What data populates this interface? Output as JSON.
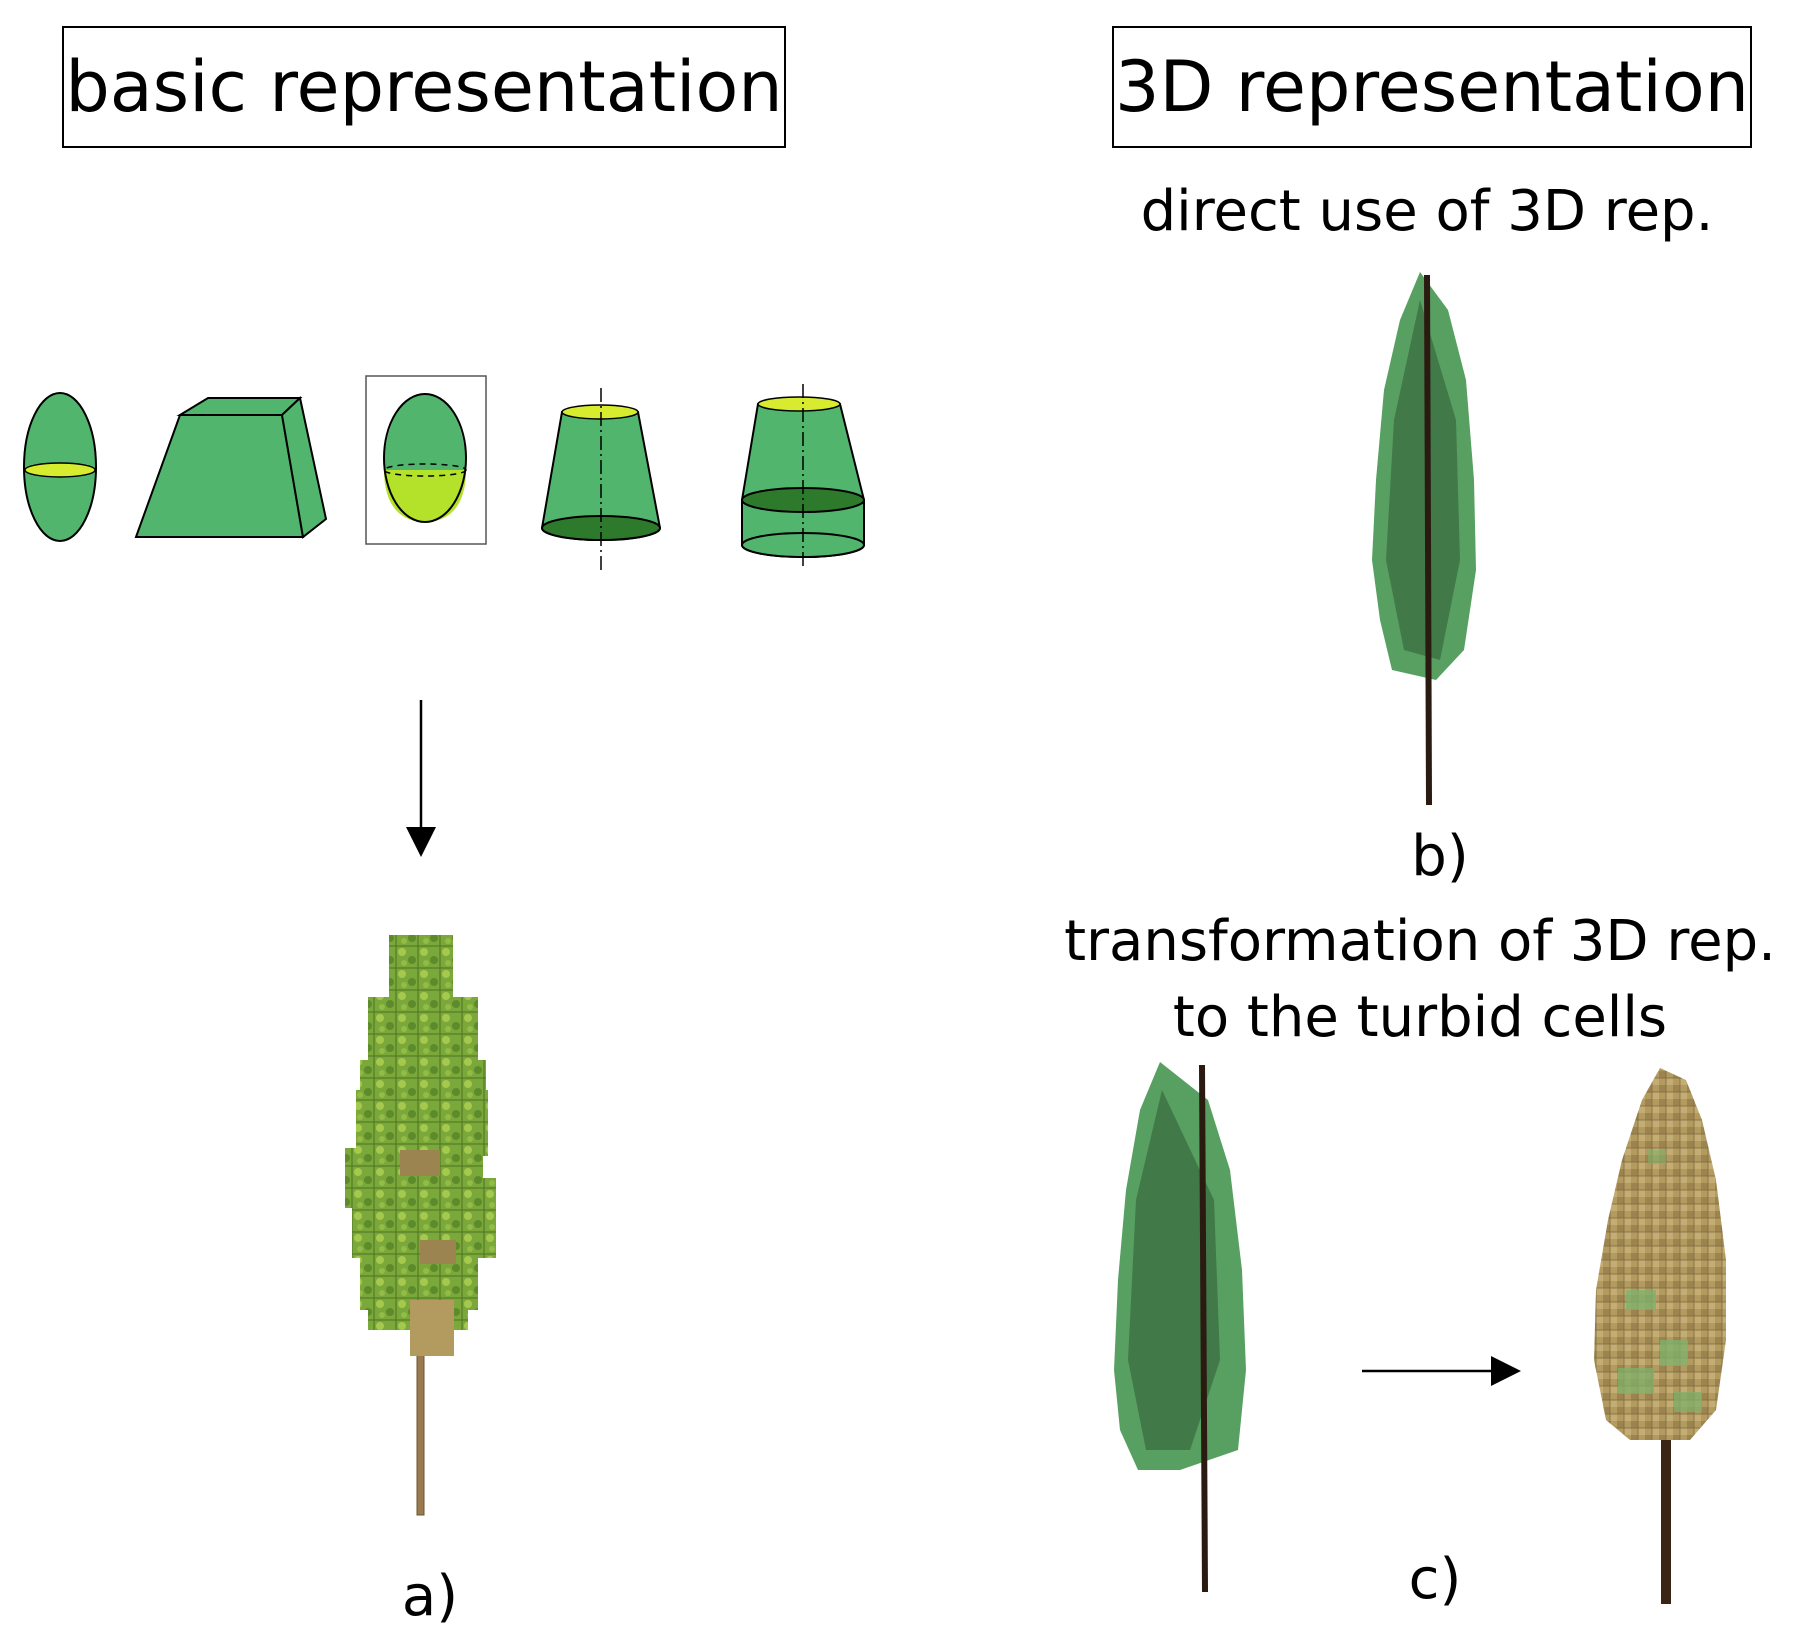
{
  "headers": {
    "basic": "basic representation",
    "three_d": "3D representation"
  },
  "captions": {
    "direct": "direct use of 3D rep.",
    "transformation_line1": "transformation of 3D rep.",
    "transformation_line2": "to the turbid cells"
  },
  "panel_labels": {
    "a": "a)",
    "b": "b)",
    "c": "c)"
  },
  "colors": {
    "shape_green": "#52b56d",
    "shape_dark_green": "#2d7a2d",
    "shape_lime": "#b4e22a",
    "tree_needles": "#2f8a3a",
    "tree_trunk": "#2a1a10",
    "voxel_green": "#7aa83a",
    "voxel_tan": "#b39a5e"
  },
  "icons": [
    "ellipsoid-shape",
    "truncated-pyramid-shape",
    "half-filled-ellipsoid-shape",
    "truncated-cone-shape",
    "cone-on-cylinder-shape",
    "voxel-tree",
    "3d-conifer-tree",
    "turbid-cell-tree"
  ]
}
